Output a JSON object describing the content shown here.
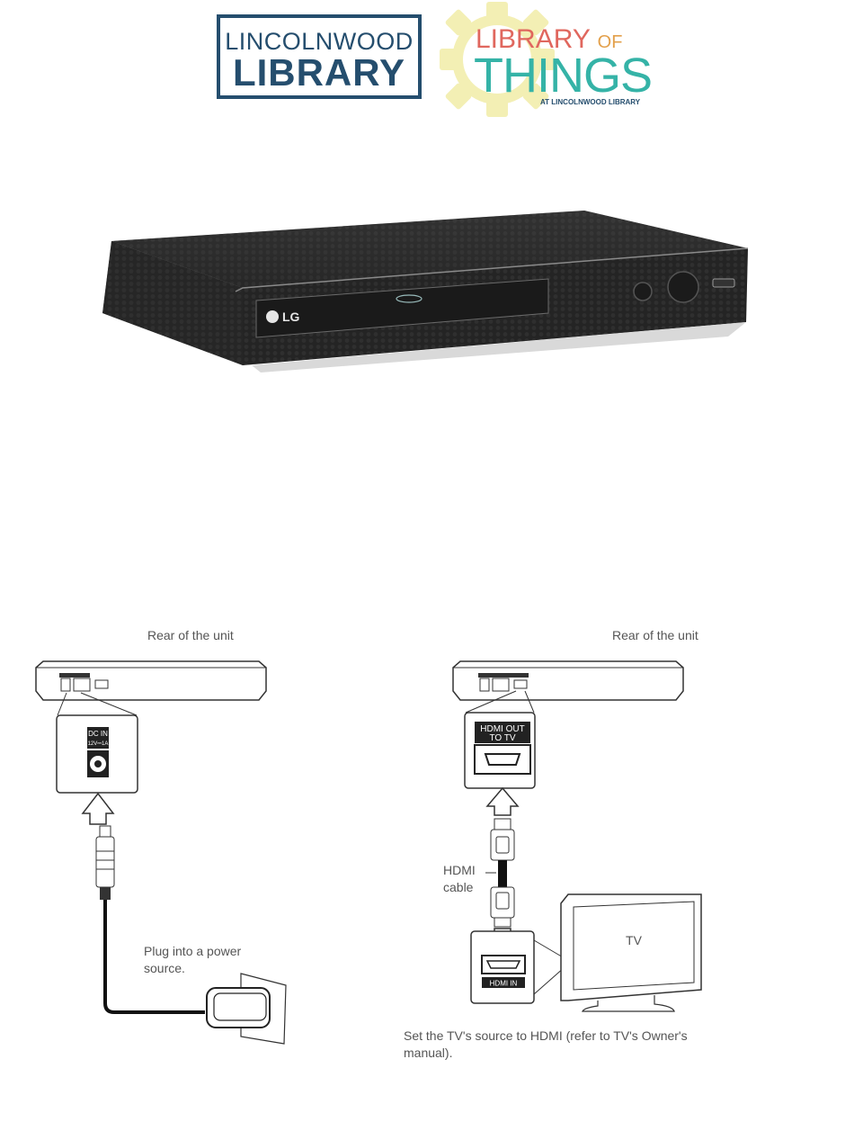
{
  "logos": {
    "lincolnwood_line1": "LINCOLNWOOD",
    "lincolnwood_line2": "LIBRARY",
    "lot_library": "LIBRARY",
    "lot_of": "OF",
    "lot_things": "THINGS",
    "lot_at": "AT LINCOLNWOOD",
    "lot_at_library": "LIBRARY"
  },
  "player": {
    "brand": "LG"
  },
  "power_diagram": {
    "rear_label": "Rear of the unit",
    "port_title_1": "DC IN",
    "port_title_2": "12V⎓1A",
    "plug_label_1": "Plug into a power",
    "plug_label_2": "source."
  },
  "hdmi_diagram": {
    "rear_label": "Rear of the unit",
    "port_title_1": "HDMI OUT",
    "port_title_2": "TO TV",
    "cable_label_1": "HDMI",
    "cable_label_2": "cable",
    "tv_label": "TV",
    "hdmi_in_label": "HDMI IN",
    "instruction": "Set the TV's source to HDMI (refer to TV's Owner's manual)."
  },
  "colors": {
    "navy": "#254e6e",
    "coral": "#e0675e",
    "teal": "#35b3a7",
    "gear_yellow": "#f3efb4"
  }
}
